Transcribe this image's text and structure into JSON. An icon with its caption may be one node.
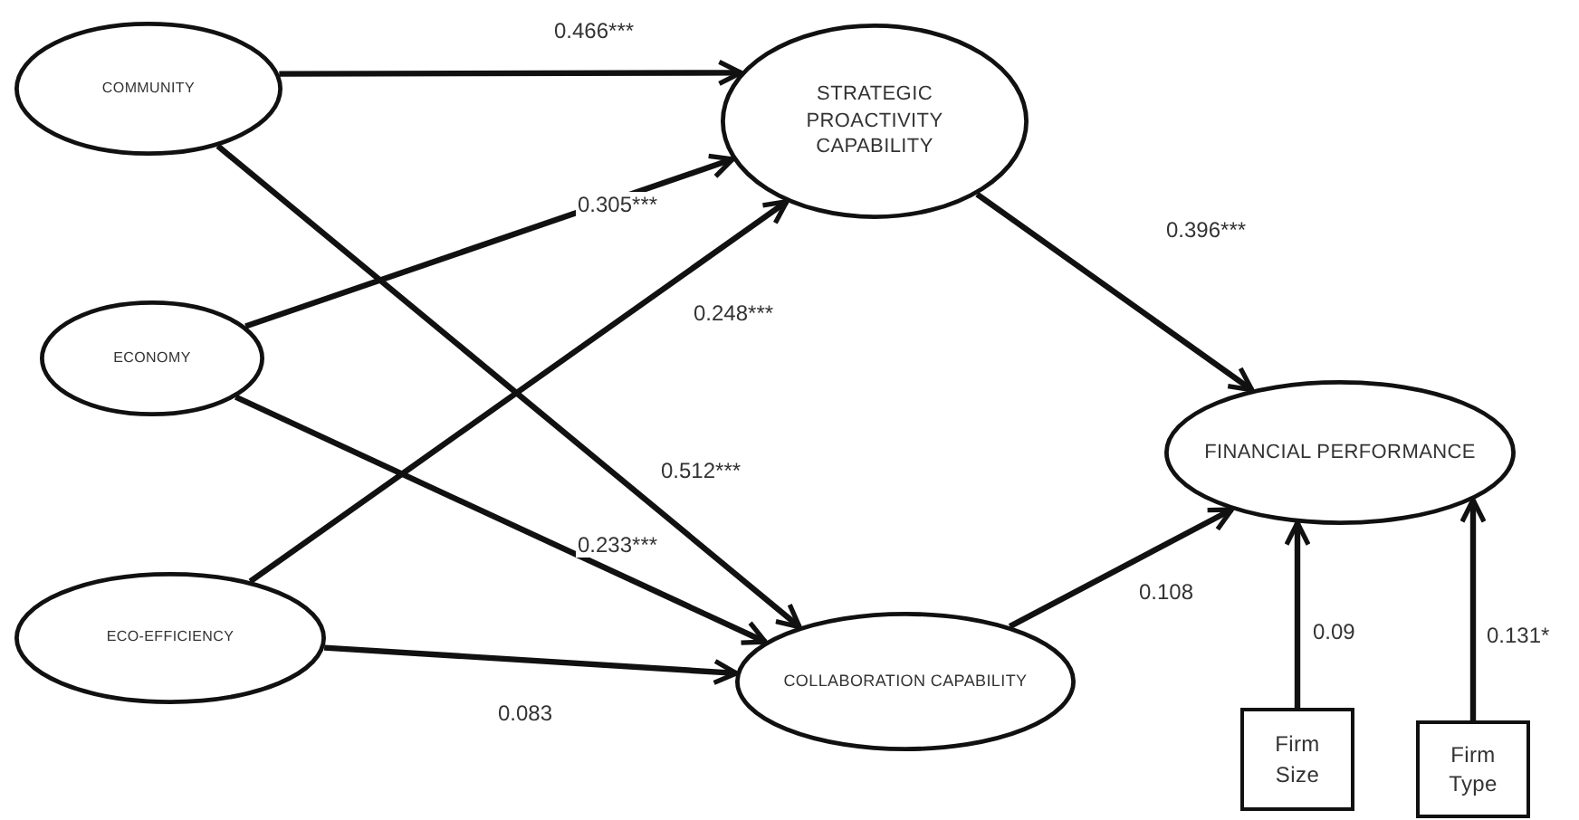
{
  "diagram": {
    "nodes": [
      {
        "text": [
          "COMMUNITY"
        ]
      },
      {
        "text": [
          "ECONOMY"
        ]
      },
      {
        "text": [
          "ECO-EFFICIENCY"
        ]
      },
      {
        "text": [
          "STRATEGIC PROACTIVITY CAPABILITY"
        ]
      },
      {
        "text": [
          "COLLABORATION CAPABILITY"
        ]
      },
      {
        "text": [
          "FINANCIAL PERFORMANCE"
        ]
      },
      {
        "text": [
          "Firm Size"
        ]
      },
      {
        "text": [
          "Firm Type"
        ]
      }
    ],
    "edges": [
      {
        "from": 0,
        "to": 3,
        "arrow": "to",
        "label": "0.466***"
      },
      {
        "from": 1,
        "to": 3,
        "arrow": "to",
        "label": "0.305***"
      },
      {
        "from": 2,
        "to": 3,
        "arrow": "to",
        "label": "0.248***"
      },
      {
        "from": 0,
        "to": 4,
        "arrow": "to",
        "label": "0.512***"
      },
      {
        "from": 1,
        "to": 4,
        "arrow": "to",
        "label": "0.233***"
      },
      {
        "from": 2,
        "to": 4,
        "arrow": "to",
        "label": "0.083"
      },
      {
        "from": 3,
        "to": 5,
        "arrow": "to",
        "label": "0.396***"
      },
      {
        "from": 4,
        "to": 5,
        "arrow": "to",
        "label": "0.108"
      },
      {
        "from": 6,
        "to": 5,
        "arrow": "to",
        "label": "0.09"
      },
      {
        "from": 7,
        "to": 5,
        "arrow": "to",
        "label": "0.131*"
      }
    ]
  }
}
